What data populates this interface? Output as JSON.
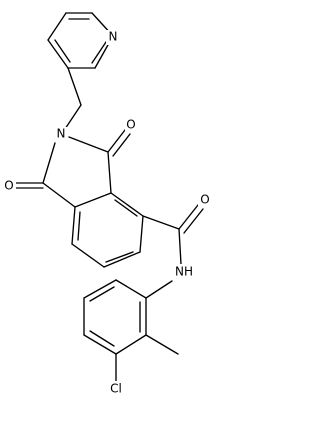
{
  "molecule": {
    "atom_labels": {
      "pyridine_n": "N",
      "imide_n": "N",
      "upper_carbonyl_o": "O",
      "lower_carbonyl_o": "O",
      "amide_o": "O",
      "amide_nh": "NH",
      "chlorine": "Cl"
    },
    "colors": {
      "bond": "#000000",
      "label": "#000000",
      "background": "#ffffff"
    }
  }
}
